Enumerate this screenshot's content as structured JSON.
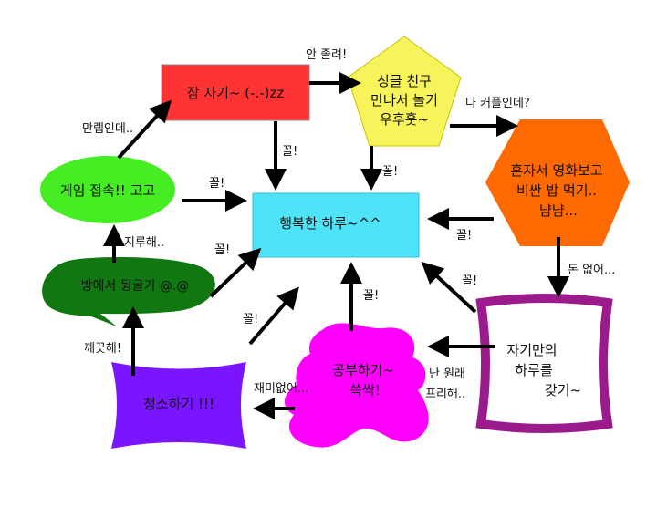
{
  "nodes": {
    "sleep": {
      "label": "잠 자기~ (-.-)zz",
      "color": "#ff3333"
    },
    "single_friend": {
      "lines": [
        "싱글 친구",
        "만나서 놀기",
        "우후훗~"
      ],
      "color": "#f7f35a"
    },
    "alone_movie": {
      "lines": [
        "혼자서 영화보고",
        "비싼 밥 먹기..",
        "냠냠..."
      ],
      "color": "#ff6a00"
    },
    "game": {
      "label": "게임 접속!! 고고",
      "color": "#44ee22"
    },
    "happy_day": {
      "label": "행복한 하루~^^",
      "color": "#4ee3f7"
    },
    "rolling": {
      "label": "방에서 뒹굴기 @.@",
      "color": "#117711"
    },
    "study": {
      "lines": [
        "공부하기~",
        "쓱싹!"
      ],
      "color": "#ff00ff"
    },
    "own_day": {
      "lines": [
        "자기만의",
        "하루를",
        "갖기~"
      ],
      "color": "#9b1b8c"
    },
    "cleaning": {
      "label": "청소하기 !!!",
      "color": "#7a16ff"
    }
  },
  "edges": {
    "cant_sleep": "안 졸려!",
    "couple": "다 커플인데?",
    "manleb": "만렙인데..",
    "joy_sleep": "꼴!",
    "joy_friend": "꼴!",
    "joy_game": "꼴!",
    "joy_movie": "꼴!",
    "boring_rolling": "지루해..",
    "joy_rolling": "꼴!",
    "no_money": "돈 없어...",
    "joy_study": "꼴!",
    "joy_own": "꼴!",
    "joy_clean": "꼴!",
    "clean_done": "깨끗해!",
    "free_born": [
      "난 원래",
      "프리해.."
    ],
    "no_fun": "재미없어..."
  }
}
